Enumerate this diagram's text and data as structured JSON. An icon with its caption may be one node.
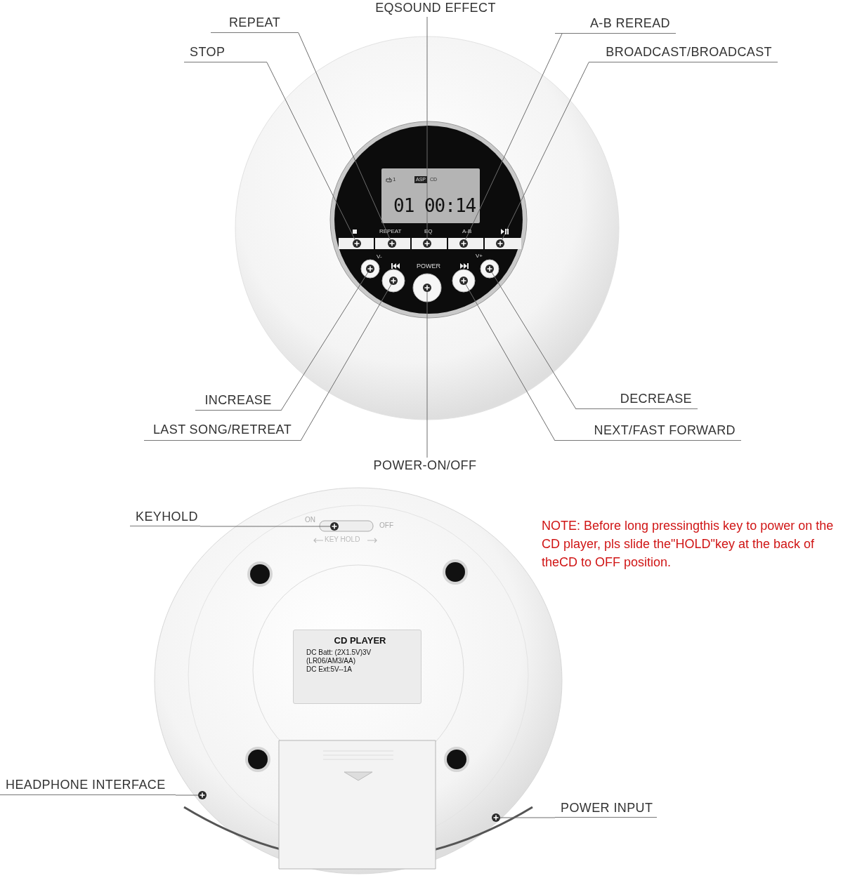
{
  "diagram": {
    "nodes": [
      {
        "text": [
          "EQSOUND EFFECT"
        ]
      },
      {
        "text": [
          "REPEAT"
        ]
      },
      {
        "text": [
          "A-B REREAD"
        ]
      },
      {
        "text": [
          "STOP"
        ]
      },
      {
        "text": [
          "BROADCAST/BROADCAST"
        ]
      },
      {
        "text": [
          "INCREASE"
        ]
      },
      {
        "text": [
          "LAST SONG/RETREAT"
        ]
      },
      {
        "text": [
          "DECREASE"
        ]
      },
      {
        "text": [
          "NEXT/FAST FORWARD"
        ]
      },
      {
        "text": [
          "POWER-ON/OFF"
        ]
      },
      {
        "text": [
          "KEYHOLD"
        ]
      },
      {
        "text": [
          "HEADPHONE INTERFACE"
        ]
      },
      {
        "text": [
          "POWER INPUT"
        ]
      },
      {
        "text": [
          "CD PLAYER",
          "DC Batt: (2X1.5V)3V",
          "(LR06/AM3/AA)",
          "DC Ext:5V--1A"
        ]
      },
      {
        "text": [],
        "shape": "circle"
      },
      {
        "text": [],
        "shape": "circle"
      },
      {
        "text": [],
        "shape": "circle"
      },
      {
        "text": [],
        "shape": "circle"
      },
      {
        "text": [],
        "shape": "circle"
      },
      {
        "text": [],
        "shape": "circle"
      },
      {
        "text": [],
        "shape": "circle"
      },
      {
        "text": [],
        "shape": "circle"
      },
      {
        "text": [],
        "shape": "circle"
      },
      {
        "text": [],
        "shape": "circle"
      },
      {
        "text": [],
        "shape": "circle"
      },
      {
        "text": [],
        "shape": "circle"
      },
      {
        "text": [],
        "shape": "circle"
      }
    ],
    "edges": [
      {
        "from": 0,
        "to": 16,
        "arrow": "none"
      },
      {
        "from": 1,
        "to": 15,
        "arrow": "none"
      },
      {
        "from": 2,
        "to": 17,
        "arrow": "none"
      },
      {
        "from": 3,
        "to": 14,
        "arrow": "none"
      },
      {
        "from": 4,
        "to": 18,
        "arrow": "none"
      },
      {
        "from": 5,
        "to": 19,
        "arrow": "none"
      },
      {
        "from": 6,
        "to": 20,
        "arrow": "none"
      },
      {
        "from": 7,
        "to": 23,
        "arrow": "none"
      },
      {
        "from": 8,
        "to": 22,
        "arrow": "none"
      },
      {
        "from": 9,
        "to": 21,
        "arrow": "none"
      },
      {
        "from": 10,
        "to": 24,
        "arrow": "none"
      },
      {
        "from": 11,
        "to": 25,
        "arrow": "none"
      },
      {
        "from": 12,
        "to": 26,
        "arrow": "none"
      }
    ],
    "labels": [
      "1",
      "ASP",
      "CD",
      "01 00:14",
      "REPEAT",
      "EQ",
      "A-B",
      "V-",
      "POWER",
      "V+",
      "ON",
      "OFF",
      "KEY HOLD",
      "NOTE: Before long pressingthis key to power on the CD player, pls slide the\"HOLD\"key at the back of theCD to OFF position."
    ]
  }
}
